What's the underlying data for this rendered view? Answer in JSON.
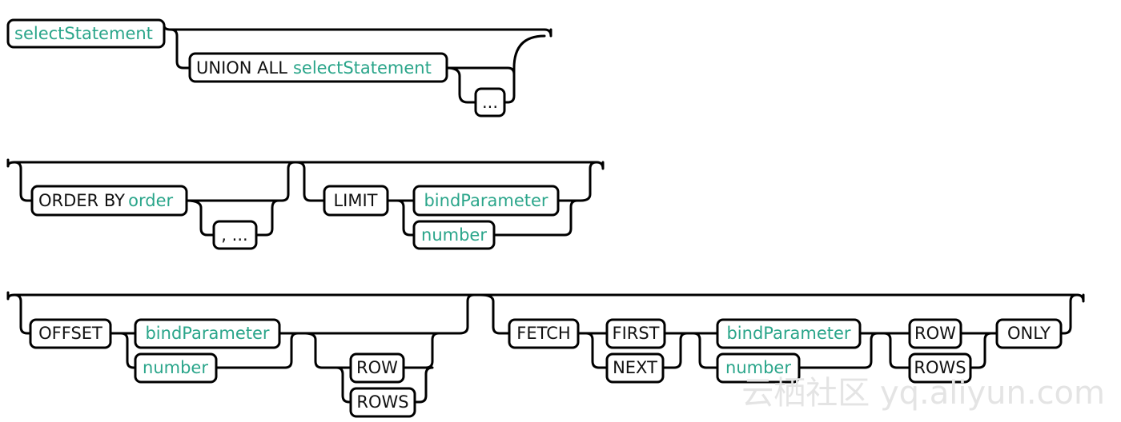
{
  "colors": {
    "keyword": "#111111",
    "nonterminal": "#2aa58a",
    "rail": "#000000",
    "watermark": "#e4e4e4"
  },
  "diagram": {
    "row1": {
      "select_statement": "selectStatement",
      "union_all": "UNION ALL",
      "union_select_statement": "selectStatement",
      "repeat": "..."
    },
    "row2": {
      "order_by": "ORDER BY",
      "order": "order",
      "order_repeat": ", ...",
      "limit": "LIMIT",
      "limit_bind_parameter": "bindParameter",
      "limit_number": "number"
    },
    "row3": {
      "offset": "OFFSET",
      "offset_bind_parameter": "bindParameter",
      "offset_number": "number",
      "offset_row": "ROW",
      "offset_rows": "ROWS",
      "fetch": "FETCH",
      "first": "FIRST",
      "next": "NEXT",
      "fetch_bind_parameter": "bindParameter",
      "fetch_number": "number",
      "fetch_row": "ROW",
      "fetch_rows": "ROWS",
      "only": "ONLY"
    }
  },
  "watermark": "云栖社区 yq.aliyun.com"
}
